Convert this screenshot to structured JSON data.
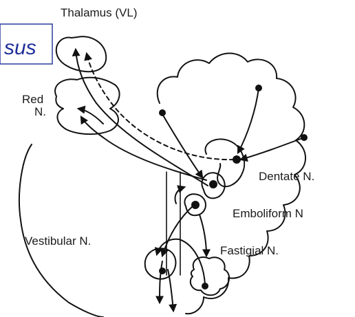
{
  "overlay": {
    "text": "sus"
  },
  "labels": {
    "thalamus": "Thalamus (VL)",
    "red_n_1": "Red",
    "red_n_2": "N.",
    "dentate": "Dentate N.",
    "emboliform": "Emboliform N",
    "vestibular": "Vestibular N.",
    "fastigial": "Fastigial N."
  }
}
